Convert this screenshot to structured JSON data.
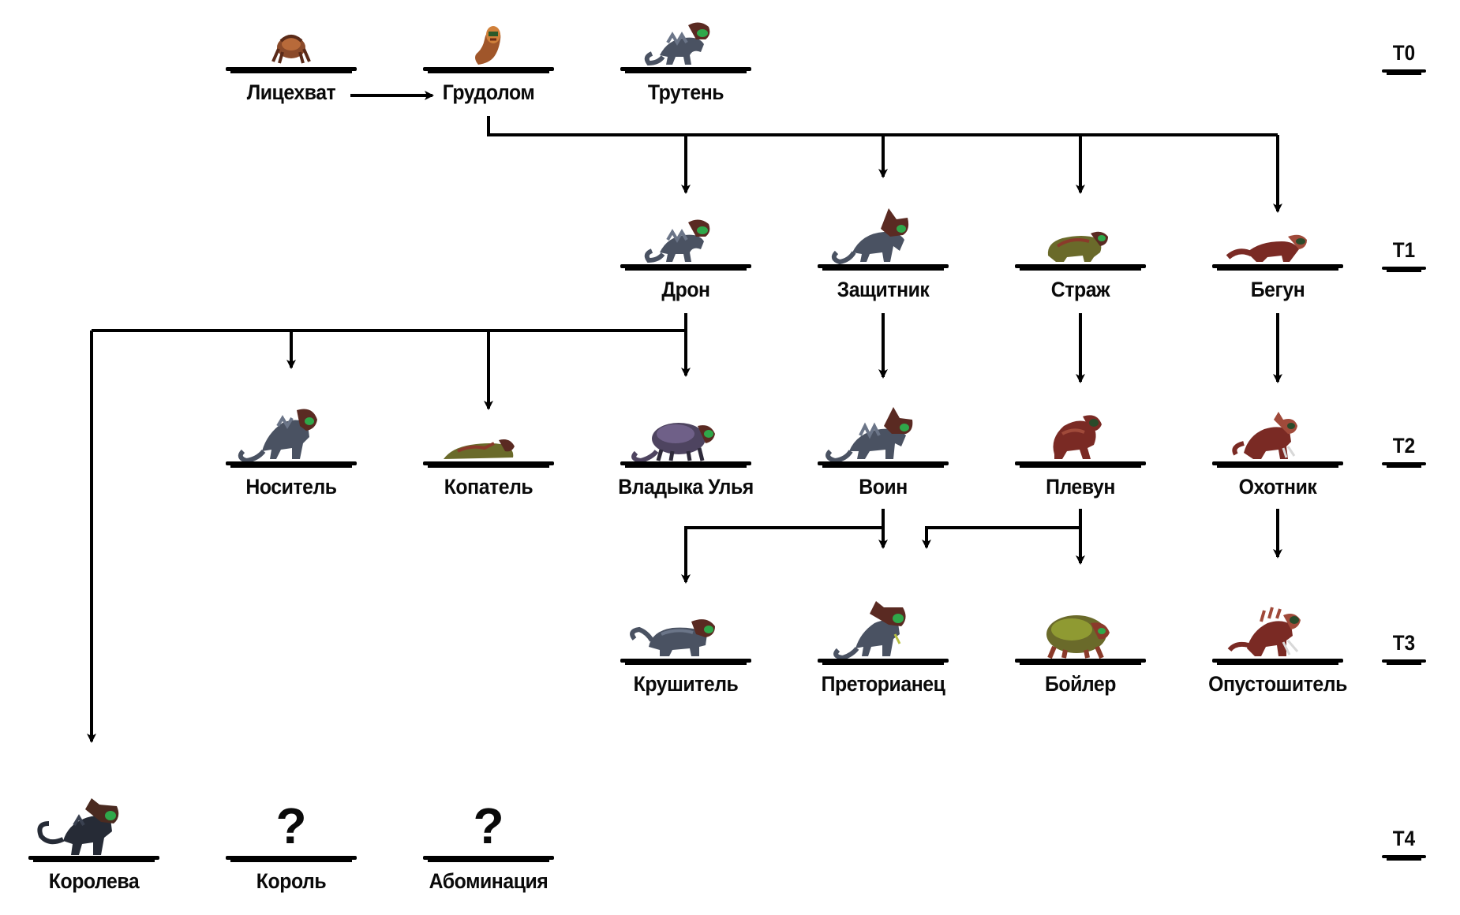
{
  "tiers": [
    "T0",
    "T1",
    "T2",
    "T3",
    "T4"
  ],
  "nodes": [
    {
      "id": "facehugger",
      "label": "Лицехват",
      "tier": "T0",
      "icon": "facehugger-icon",
      "palette": "brown"
    },
    {
      "id": "chestburster",
      "label": "Грудолом",
      "tier": "T0",
      "icon": "chestburster-icon",
      "palette": "larva"
    },
    {
      "id": "drone_t0",
      "label": "Трутень",
      "tier": "T0",
      "icon": "drone-icon",
      "palette": "slate"
    },
    {
      "id": "drone",
      "label": "Дрон",
      "tier": "T1",
      "icon": "drone-icon",
      "palette": "slate"
    },
    {
      "id": "defender",
      "label": "Защитник",
      "tier": "T1",
      "icon": "defender-icon",
      "palette": "slate"
    },
    {
      "id": "sentinel",
      "label": "Страж",
      "tier": "T1",
      "icon": "sentinel-icon",
      "palette": "olive"
    },
    {
      "id": "runner",
      "label": "Бегун",
      "tier": "T1",
      "icon": "runner-icon",
      "palette": "red"
    },
    {
      "id": "carrier",
      "label": "Носитель",
      "tier": "T2",
      "icon": "carrier-icon",
      "palette": "slate"
    },
    {
      "id": "burrower",
      "label": "Копатель",
      "tier": "T2",
      "icon": "burrower-icon",
      "palette": "olive"
    },
    {
      "id": "hivelord",
      "label": "Владыка Улья",
      "tier": "T2",
      "icon": "hivelord-icon",
      "palette": "purple"
    },
    {
      "id": "warrior",
      "label": "Воин",
      "tier": "T2",
      "icon": "warrior-icon",
      "palette": "slate"
    },
    {
      "id": "spitter",
      "label": "Плевун",
      "tier": "T2",
      "icon": "spitter-icon",
      "palette": "red"
    },
    {
      "id": "hunter",
      "label": "Охотник",
      "tier": "T2",
      "icon": "hunter-icon",
      "palette": "red"
    },
    {
      "id": "crusher",
      "label": "Крушитель",
      "tier": "T3",
      "icon": "crusher-icon",
      "palette": "slate"
    },
    {
      "id": "praetorian",
      "label": "Преторианец",
      "tier": "T3",
      "icon": "praetorian-icon",
      "palette": "slate"
    },
    {
      "id": "boiler",
      "label": "Бойлер",
      "tier": "T3",
      "icon": "boiler-icon",
      "palette": "olive"
    },
    {
      "id": "ravager",
      "label": "Опустошитель",
      "tier": "T3",
      "icon": "ravager-icon",
      "palette": "red"
    },
    {
      "id": "queen",
      "label": "Королева",
      "tier": "T4",
      "icon": "queen-icon",
      "palette": "dark"
    },
    {
      "id": "king",
      "label": "Король",
      "tier": "T4",
      "icon": "question-mark-icon",
      "unknown": true,
      "glyph": "?"
    },
    {
      "id": "abomination",
      "label": "Абоминация",
      "tier": "T4",
      "icon": "question-mark-icon",
      "unknown": true,
      "glyph": "?"
    }
  ],
  "edges": [
    {
      "from": "facehugger",
      "to": "chestburster"
    },
    {
      "from": "chestburster",
      "to": "drone"
    },
    {
      "from": "chestburster",
      "to": "defender"
    },
    {
      "from": "chestburster",
      "to": "sentinel"
    },
    {
      "from": "chestburster",
      "to": "runner"
    },
    {
      "from": "drone",
      "to": "queen"
    },
    {
      "from": "drone",
      "to": "carrier"
    },
    {
      "from": "drone",
      "to": "burrower"
    },
    {
      "from": "drone",
      "to": "hivelord"
    },
    {
      "from": "defender",
      "to": "warrior"
    },
    {
      "from": "sentinel",
      "to": "spitter"
    },
    {
      "from": "runner",
      "to": "hunter"
    },
    {
      "from": "warrior",
      "to": "crusher"
    },
    {
      "from": "warrior",
      "to": "praetorian"
    },
    {
      "from": "spitter",
      "to": "praetorian"
    },
    {
      "from": "spitter",
      "to": "boiler"
    },
    {
      "from": "hunter",
      "to": "ravager"
    }
  ],
  "colors": {
    "line": "#000000",
    "text": "#0a0a0a",
    "background": "#ffffff",
    "palettes": {
      "slate": [
        "#2e3340",
        "#4a5262",
        "#6b7588",
        "#5a2a22"
      ],
      "olive": [
        "#3e3a1e",
        "#6a6a2a",
        "#8a3a2a",
        "#5a2a22"
      ],
      "red": [
        "#4a1a16",
        "#7a2a24",
        "#a04a3a",
        "#2a4a2a"
      ],
      "purple": [
        "#2e2a3a",
        "#4e4460",
        "#6f6088",
        "#5a2a22"
      ],
      "brown": [
        "#5a2a18",
        "#8a4a2a",
        "#b86a3a",
        "#2a1a10"
      ],
      "larva": [
        "#6a2a14",
        "#a0562a",
        "#d0803a",
        "#2a5a2a"
      ],
      "dark": [
        "#151820",
        "#262b36",
        "#3a4150",
        "#4a2a20"
      ]
    }
  }
}
